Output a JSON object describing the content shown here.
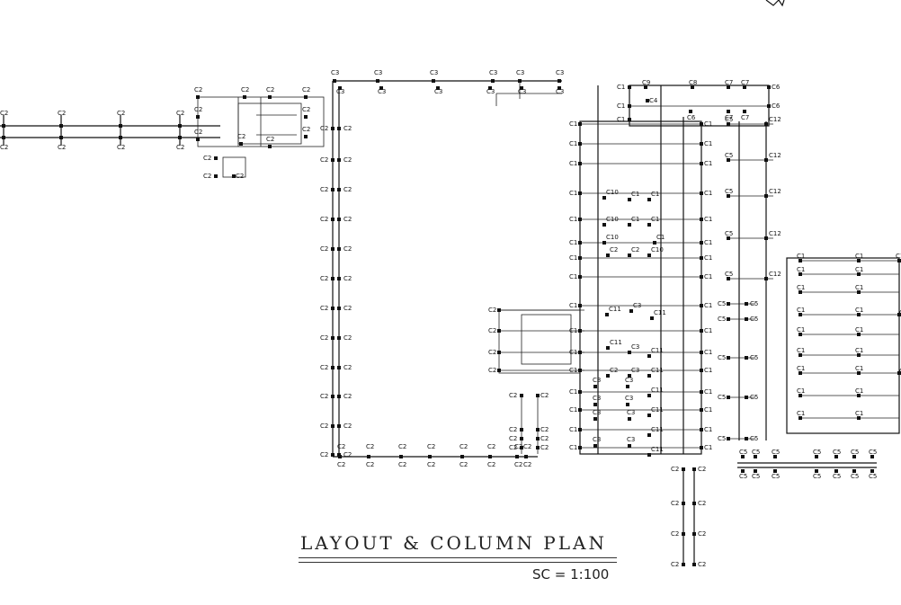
{
  "drawing": {
    "title": "LAYOUT & COLUMN PLAN",
    "scale": "SC = 1:100"
  },
  "column_labels": [
    "C1",
    "C2",
    "C3",
    "C4",
    "C5",
    "C6",
    "C7",
    "C8",
    "C9",
    "C10",
    "C11",
    "C12"
  ]
}
